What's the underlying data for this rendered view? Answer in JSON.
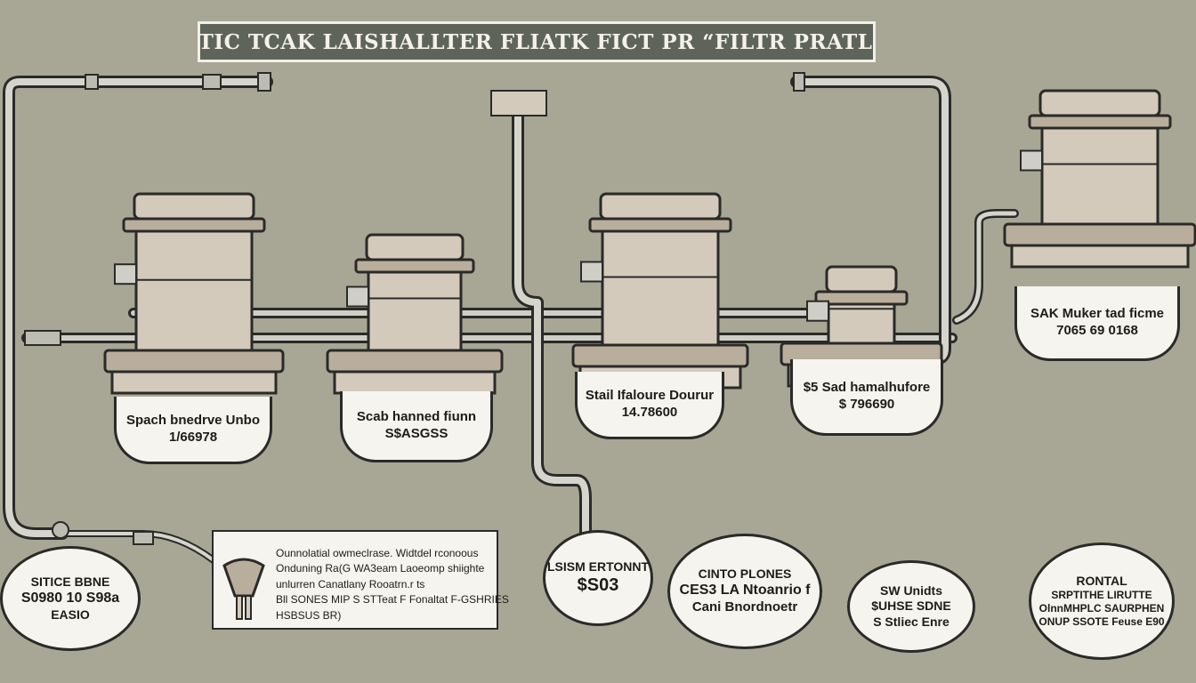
{
  "diagram": {
    "title": "SEPTIC TCAK LAISHALLTER FLIATK FICT PR “FILTR PRATLON”",
    "filters": [
      {
        "label_line1": "Spach bnedrve Unbo",
        "label_line2": "1/66978"
      },
      {
        "label_line1": "Scab hanned fiunn",
        "label_line2": "S$ASGSS"
      },
      {
        "label_line1": "Stail Ifaloure Dourur",
        "label_line2": "14.78600"
      },
      {
        "label_line1": "$5 Sad hamalhufore",
        "label_line2": "$ 796690"
      },
      {
        "label_line1": "SAK Muker tad ficme",
        "label_line2": "7065 69 0168"
      }
    ],
    "callouts": [
      {
        "line1": "SITICE BBNE",
        "line2": "S0980 10 S98a",
        "line3": "EASIO"
      },
      {
        "line1": "LSISM ERTONNT",
        "line2": "$S03",
        "line3": ""
      },
      {
        "line1": "CINTO PLONES",
        "line2": "CES3 LA Ntoanrio f",
        "line3": "Cani Bnordnoetr"
      },
      {
        "line1": "SW Unidts",
        "line2": "$UHSE SDNE",
        "line3": "S Stliec Enre"
      },
      {
        "line1": "RONTAL",
        "line2": "SRPTITHE LIRUTTE",
        "line3": "OlnnMHPLC SAURPHEN",
        "line4": "ONUP SSOTE Feuse E90"
      }
    ],
    "note": {
      "lines": [
        "Ounnolatial owmeclrase. Widtdel rconoous",
        "Onduning Ra(G WA3eam Laoeomp shiighte",
        "unlurren Canatlany Rooatrn.r ts",
        "Bll SONES MIP S STTeat F Fonaltat F-GSHRIES",
        "HSBSUS BR)"
      ]
    },
    "colors": {
      "background": "#a8a796",
      "tank_body": "#d3cabb",
      "tank_shade": "#b9ae9c",
      "outline": "#2a2a28",
      "label_fill": "#f6f4ee",
      "pipe": "#cfcfc7"
    }
  }
}
